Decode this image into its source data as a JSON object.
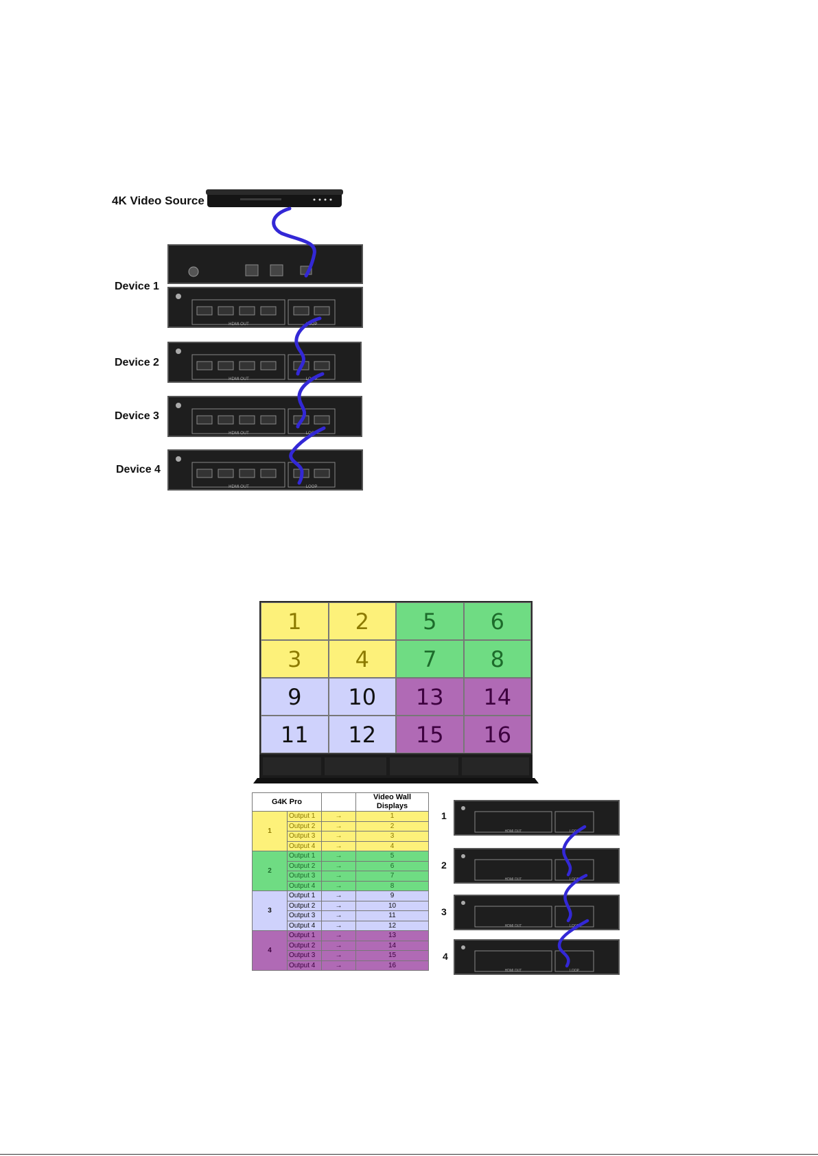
{
  "source_label": "4K Video Source",
  "devices": [
    {
      "label": "Device 1"
    },
    {
      "label": "Device 2"
    },
    {
      "label": "Device 3"
    },
    {
      "label": "Device 4"
    }
  ],
  "panel_texts": {
    "hdmi_out": "HDMI OUT",
    "loop": "LOOP"
  },
  "video_wall": {
    "tiles": [
      {
        "n": "1",
        "group": 1
      },
      {
        "n": "2",
        "group": 1
      },
      {
        "n": "5",
        "group": 2
      },
      {
        "n": "6",
        "group": 2
      },
      {
        "n": "3",
        "group": 1
      },
      {
        "n": "4",
        "group": 1
      },
      {
        "n": "7",
        "group": 2
      },
      {
        "n": "8",
        "group": 2
      },
      {
        "n": "9",
        "group": 3
      },
      {
        "n": "10",
        "group": 3
      },
      {
        "n": "13",
        "group": 4
      },
      {
        "n": "14",
        "group": 4
      },
      {
        "n": "11",
        "group": 3
      },
      {
        "n": "12",
        "group": 3
      },
      {
        "n": "15",
        "group": 4
      },
      {
        "n": "16",
        "group": 4
      }
    ],
    "group_colors": {
      "1": {
        "bg": "#fdf17a",
        "fg": "#8c7a00"
      },
      "2": {
        "bg": "#6fdc83",
        "fg": "#1d6b2b"
      },
      "3": {
        "bg": "#cfd2fc",
        "fg": "#111111"
      },
      "4": {
        "bg": "#b06ab5",
        "fg": "#3d003f"
      }
    }
  },
  "mapping_table": {
    "headers": [
      "G4K Pro",
      "",
      "Video Wall Displays"
    ],
    "arrow": "→",
    "groups": [
      {
        "id": "1",
        "rows": [
          {
            "output": "Output 1",
            "display": "1"
          },
          {
            "output": "Output 2",
            "display": "2"
          },
          {
            "output": "Output 3",
            "display": "3"
          },
          {
            "output": "Output 4",
            "display": "4"
          }
        ]
      },
      {
        "id": "2",
        "rows": [
          {
            "output": "Output 1",
            "display": "5"
          },
          {
            "output": "Output 2",
            "display": "6"
          },
          {
            "output": "Output 3",
            "display": "7"
          },
          {
            "output": "Output 4",
            "display": "8"
          }
        ]
      },
      {
        "id": "3",
        "rows": [
          {
            "output": "Output 1",
            "display": "9"
          },
          {
            "output": "Output 2",
            "display": "10"
          },
          {
            "output": "Output 3",
            "display": "11"
          },
          {
            "output": "Output 4",
            "display": "12"
          }
        ]
      },
      {
        "id": "4",
        "rows": [
          {
            "output": "Output 1",
            "display": "13"
          },
          {
            "output": "Output 2",
            "display": "14"
          },
          {
            "output": "Output 3",
            "display": "15"
          },
          {
            "output": "Output 4",
            "display": "16"
          }
        ]
      }
    ]
  },
  "chain_labels": [
    "1",
    "2",
    "3",
    "4"
  ],
  "cable_color": "#3328d6"
}
